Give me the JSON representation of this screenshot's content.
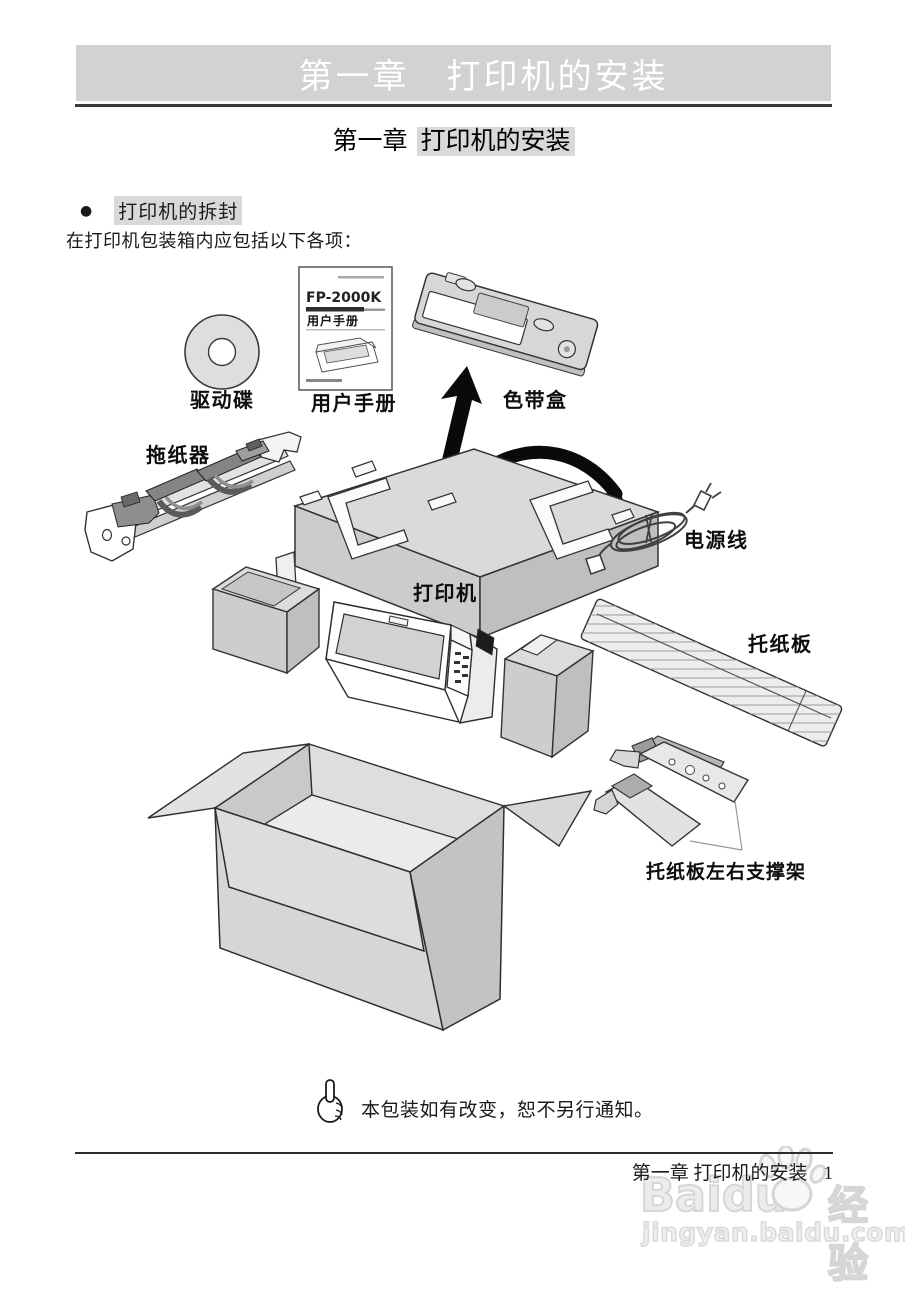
{
  "header": {
    "banner": "第一章　打印机的安装",
    "title_prefix": "第一章",
    "title_highlight": "打印机的安装"
  },
  "section": {
    "bullet": "●",
    "heading": "打印机的拆封",
    "intro": "在打印机包装箱内应包括以下各项："
  },
  "diagram": {
    "labels": {
      "driver_disc": "驱动碟",
      "user_manual": "用户手册",
      "ribbon_cartridge": "色带盒",
      "tractor": "拖纸器",
      "power_cord": "电源线",
      "printer": "打印机",
      "paper_support": "托纸板",
      "support_brackets": "托纸板左右支撑架"
    },
    "manual_cover": {
      "model": "FP-2000K",
      "subtitle": "用户手册"
    }
  },
  "note": {
    "text": "本包装如有改变，恕不另行通知。"
  },
  "footer": {
    "chapter": "第一章 打印机的安装",
    "page_number": "1"
  },
  "watermark": {
    "brand": "Baidu",
    "suffix": "经验",
    "url": "jingyan.baidu.com"
  },
  "colors": {
    "banner_bg": "#d2d2d2",
    "banner_text": "#ffffff",
    "highlight_bg": "#d9d9d9",
    "rule": "#3a3a3a",
    "ink": "#1a1a1a",
    "watermark": "#dcdcdc"
  }
}
